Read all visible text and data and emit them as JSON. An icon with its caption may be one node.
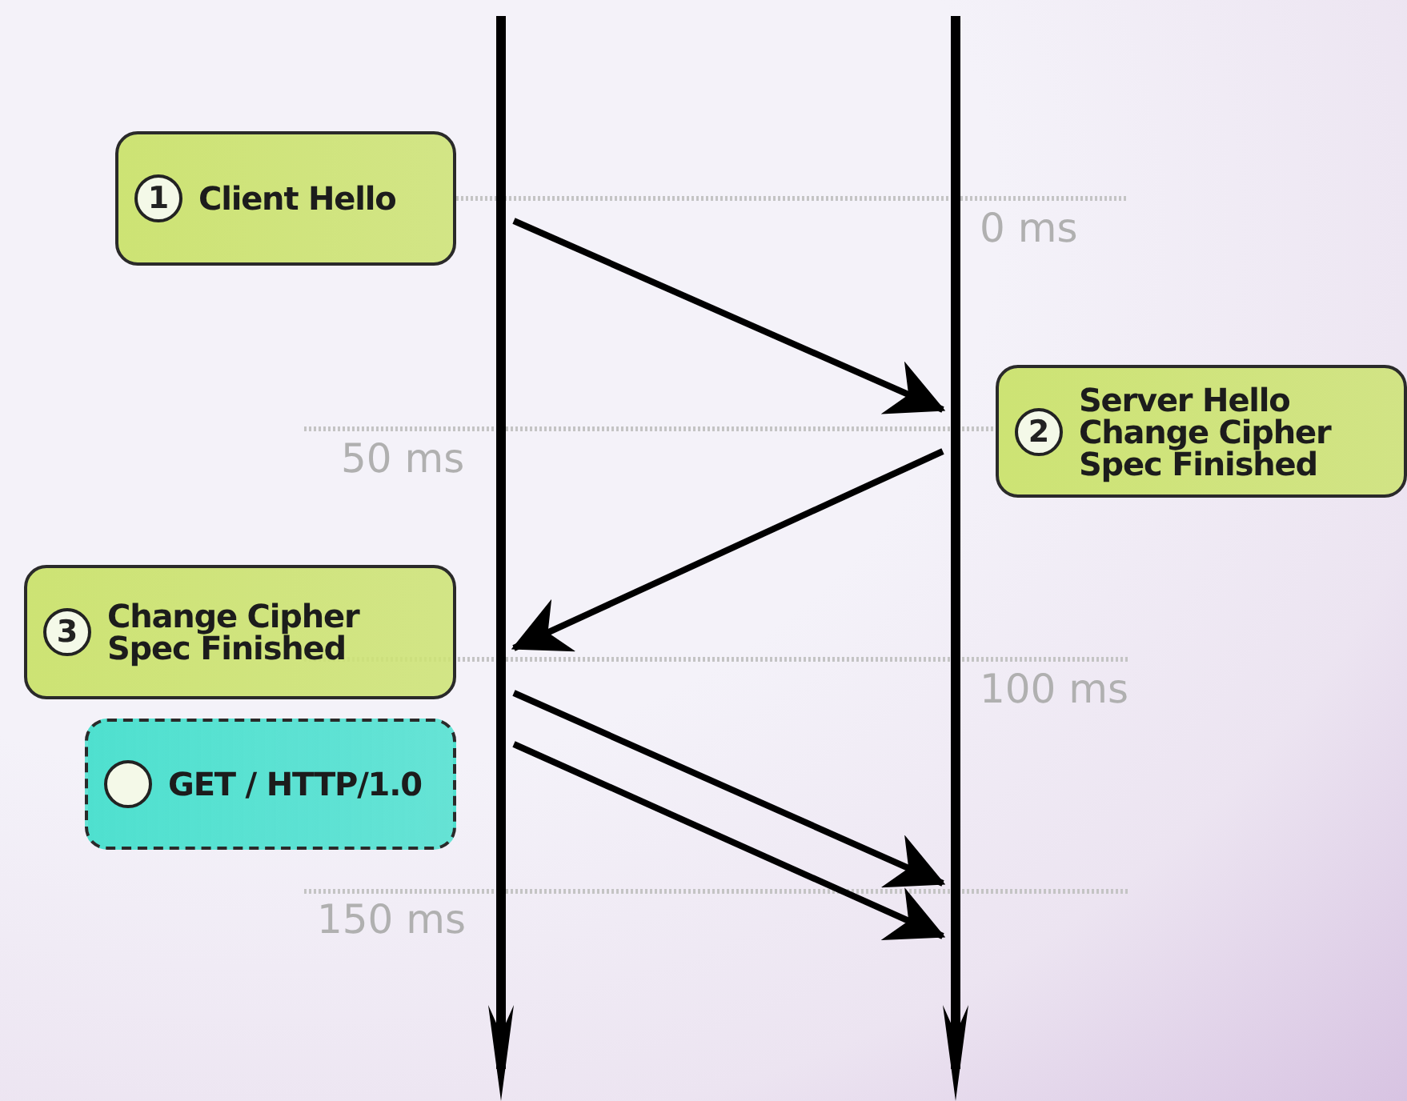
{
  "diagram": {
    "nodes": [
      {
        "text": [],
        "shape": "bar"
      },
      {
        "text": [],
        "shape": "bar"
      },
      {
        "text": [
          "1",
          "Client Hello"
        ]
      },
      {
        "text": [
          "2",
          "Server Hello Change Cipher Spec Finished"
        ]
      },
      {
        "text": [
          "3",
          "Change Cipher Spec Finished"
        ]
      },
      {
        "text": [
          "GET / HTTP/1.0"
        ]
      }
    ],
    "edges": [
      {
        "from": 0,
        "to": 1,
        "arrow": "to"
      },
      {
        "from": 1,
        "to": 0,
        "arrow": "to"
      },
      {
        "from": 0,
        "to": 1,
        "arrow": "to"
      },
      {
        "from": 0,
        "to": 1,
        "arrow": "to"
      }
    ],
    "labels": [
      "0 ms",
      "50 ms",
      "100 ms",
      "150 ms"
    ]
  }
}
